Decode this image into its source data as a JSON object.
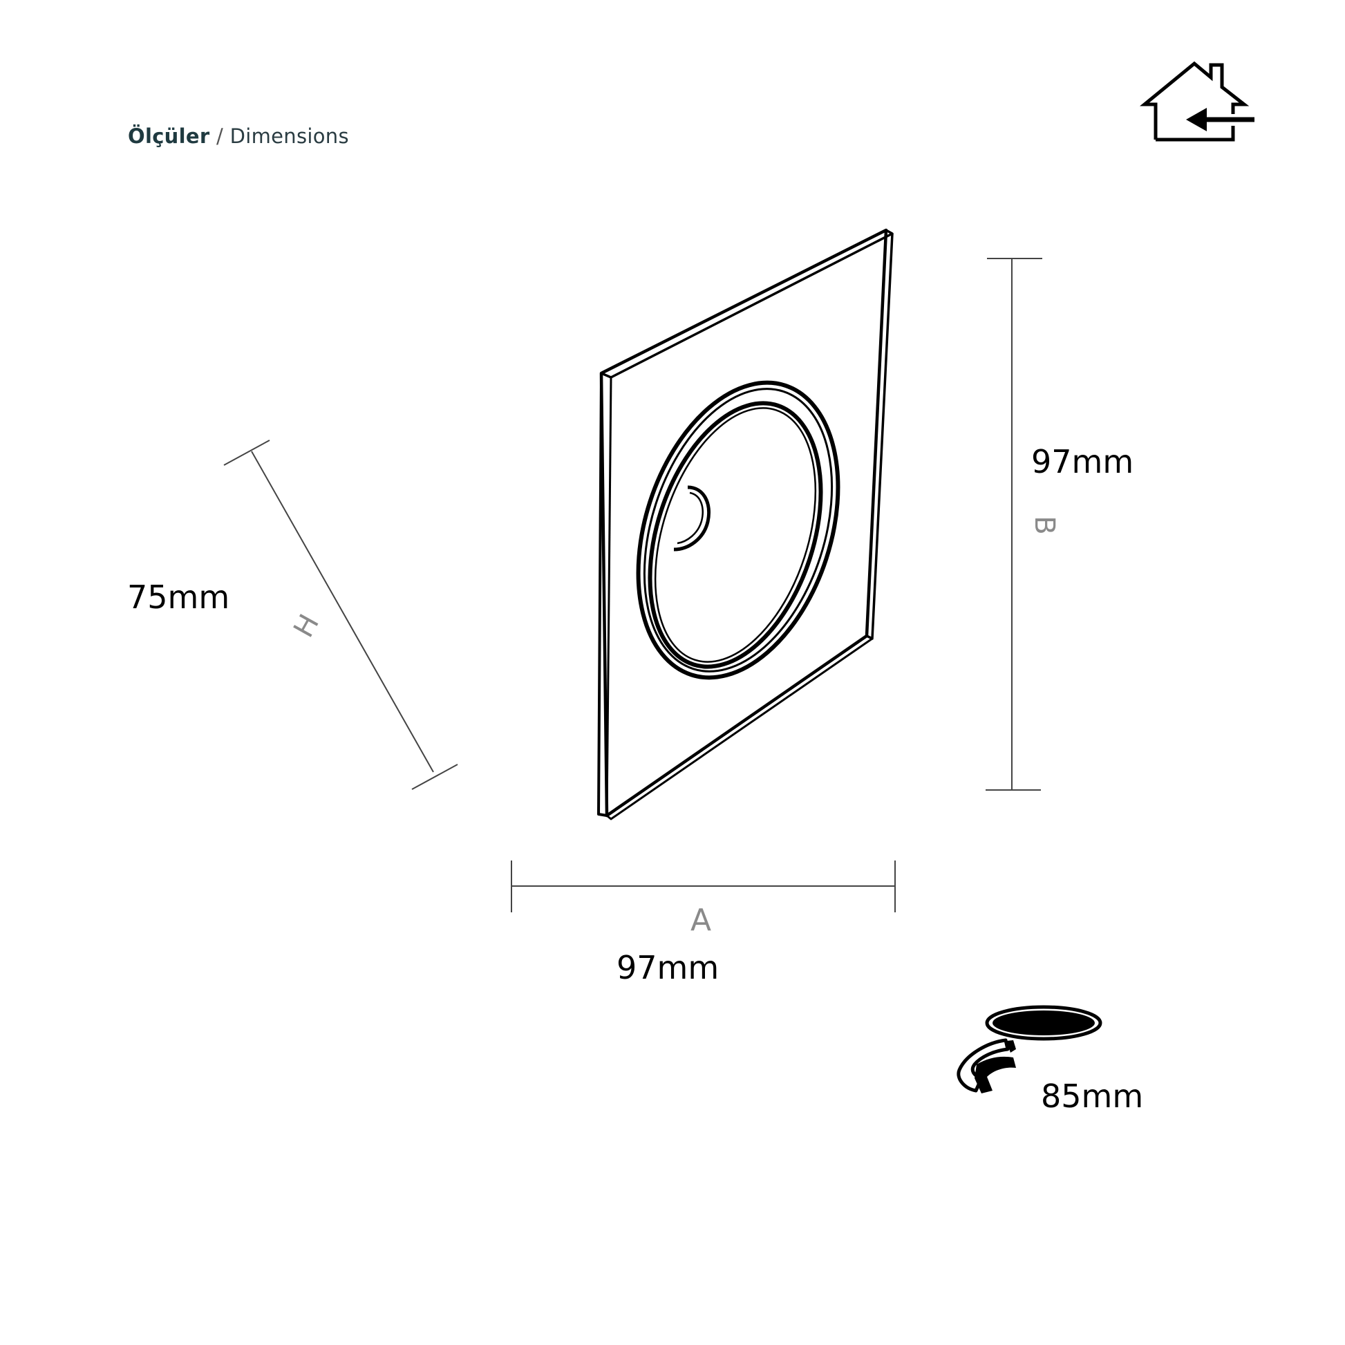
{
  "header": {
    "title_tr": "Ölçüler",
    "separator": "/",
    "title_en": "Dimensions"
  },
  "icons": {
    "indoor": "house-indoor-icon",
    "cutout": "ceiling-cutout-icon"
  },
  "dimensions": {
    "height": {
      "letter": "H",
      "value": "75mm"
    },
    "width": {
      "letter": "A",
      "value": "97mm"
    },
    "depth": {
      "letter": "B",
      "value": "97mm"
    },
    "cutout": {
      "value": "85mm"
    }
  },
  "colors": {
    "stroke": "#000000",
    "dim_line": "#444444",
    "letter": "#8a8a8a",
    "title": "#1f3a40"
  }
}
